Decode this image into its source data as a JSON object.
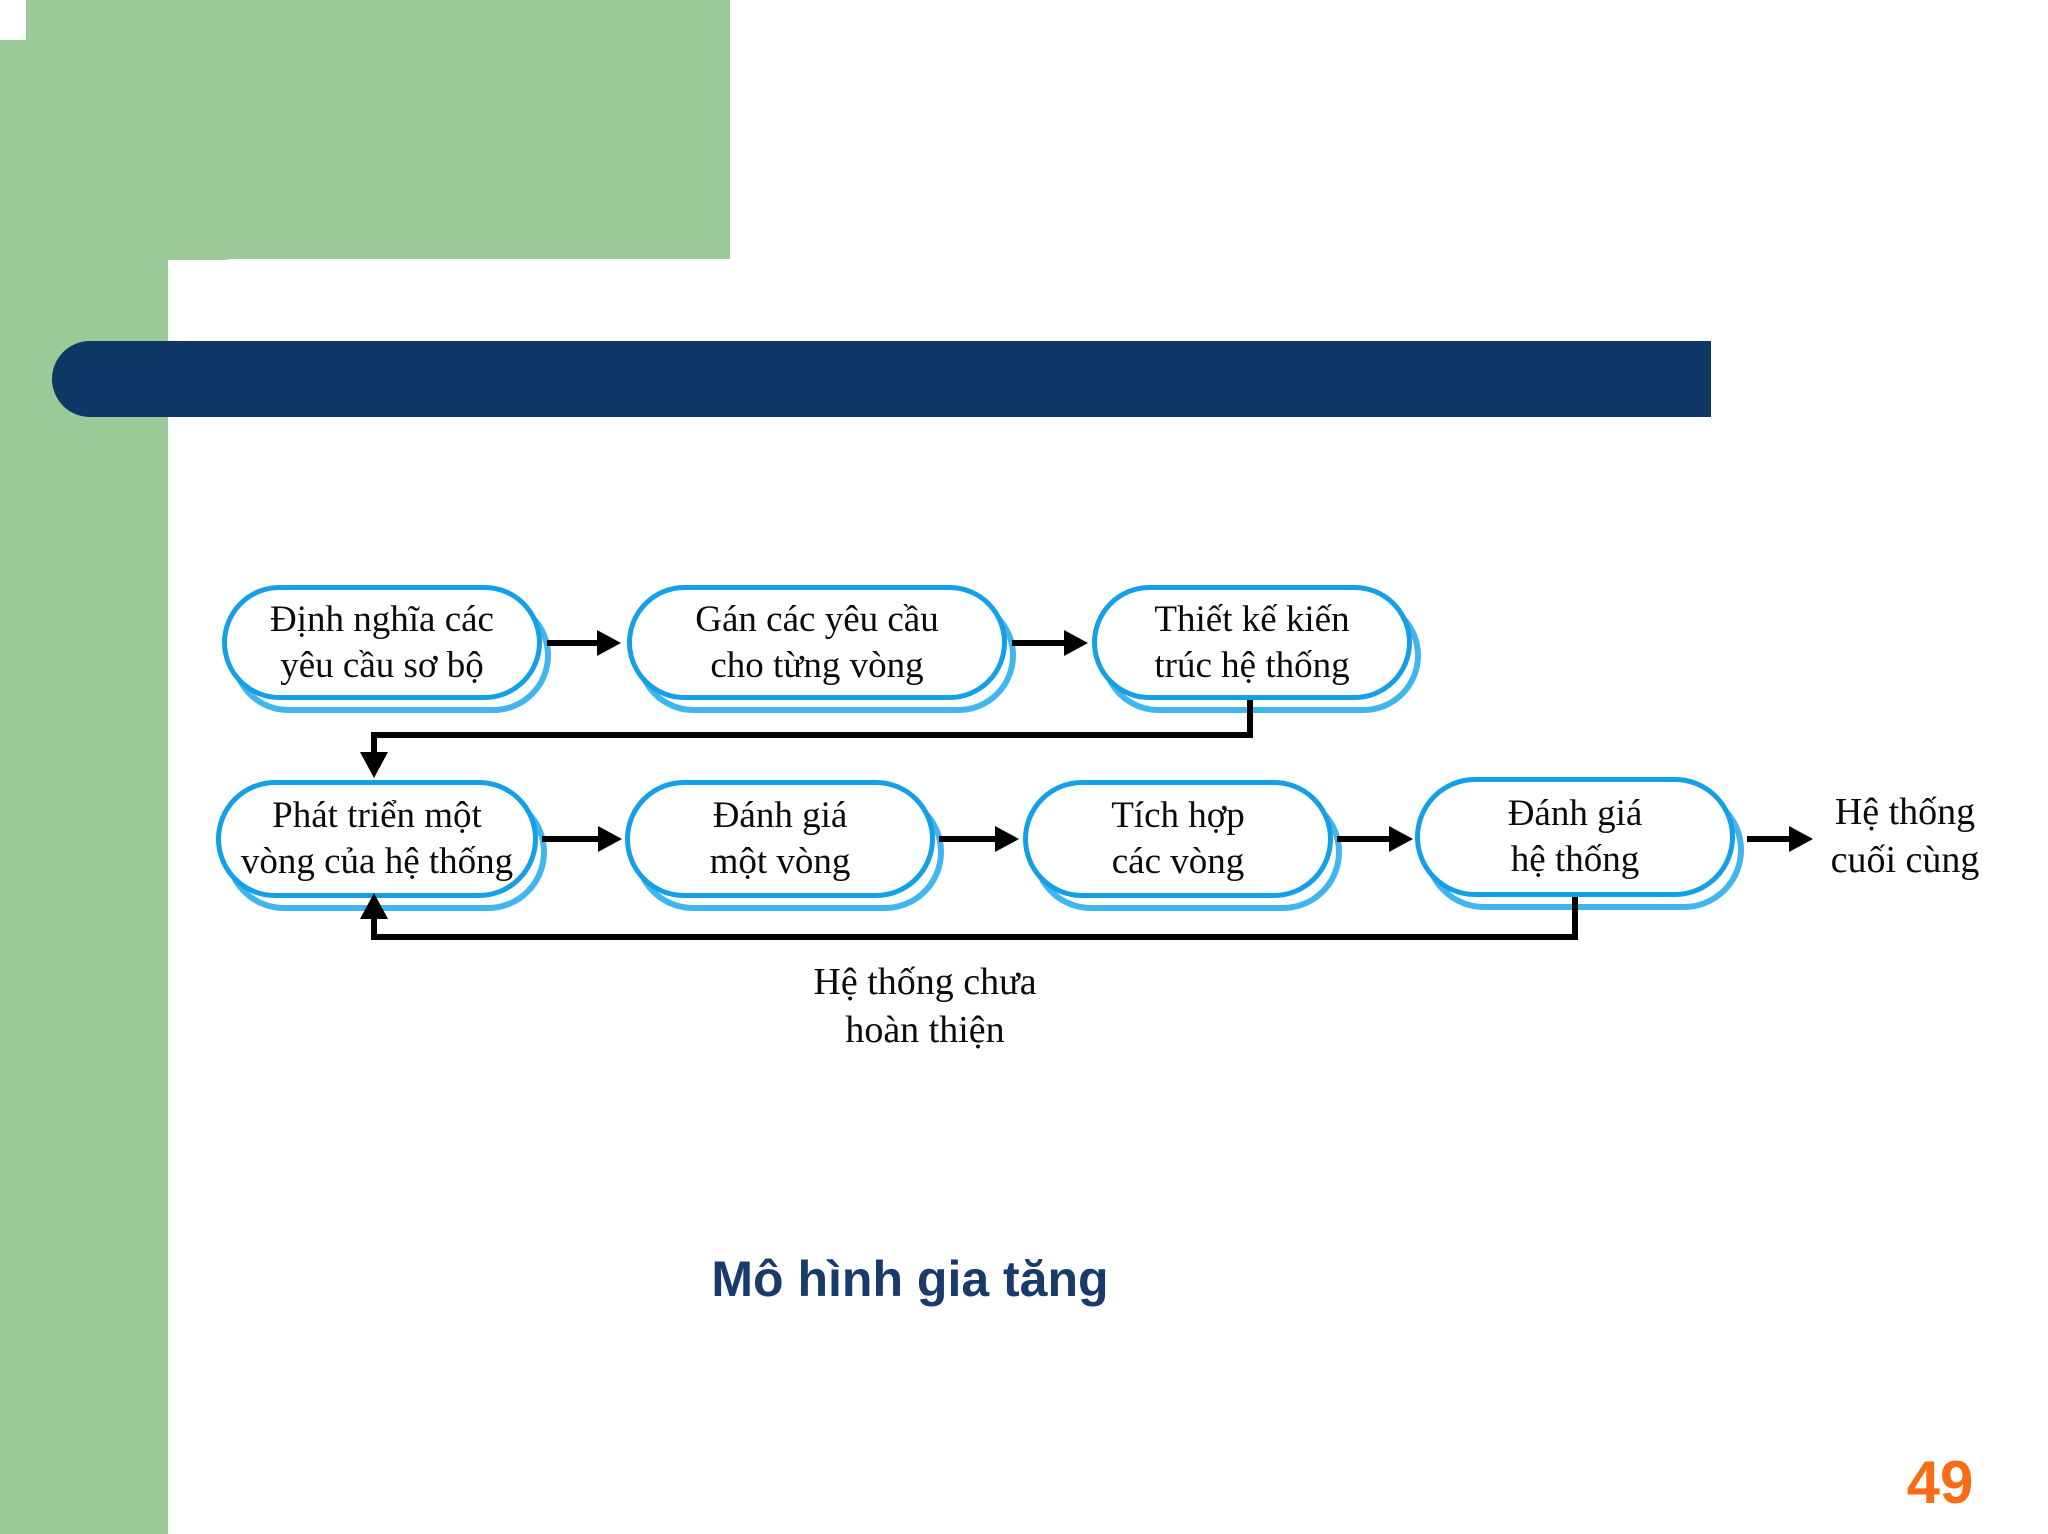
{
  "slide": {
    "title": "Mô hình gia tăng",
    "page_number": "49"
  },
  "colors": {
    "accent_green": "#99CA97",
    "navy_bar": "#0E3766",
    "node_border_blue": "#149FE6",
    "node_shadow_blue": "#41B6EE",
    "arrow_black": "#000000",
    "title_navy": "#1A3A6B",
    "page_number_orange": "#F76D16"
  },
  "diagram": {
    "nodes": [
      {
        "id": "define-requirements",
        "line1": "Định nghĩa các",
        "line2": "yêu cầu sơ bộ"
      },
      {
        "id": "assign-requirements",
        "line1": "Gán các yêu cầu",
        "line2": "cho từng vòng"
      },
      {
        "id": "design-architecture",
        "line1": "Thiết kế kiến",
        "line2": "trúc hệ thống"
      },
      {
        "id": "develop-iteration",
        "line1": "Phát triển một",
        "line2": "vòng của hệ thống"
      },
      {
        "id": "evaluate-iteration",
        "line1": "Đánh giá",
        "line2": "một vòng"
      },
      {
        "id": "integrate-iterations",
        "line1": "Tích hợp",
        "line2": "các vòng"
      },
      {
        "id": "evaluate-system",
        "line1": "Đánh giá",
        "line2": "hệ thống"
      }
    ],
    "final_output": {
      "line1": "Hệ thống",
      "line2": "cuối cùng"
    },
    "feedback_label": {
      "line1": "Hệ thống chưa",
      "line2": "hoàn thiện"
    }
  }
}
